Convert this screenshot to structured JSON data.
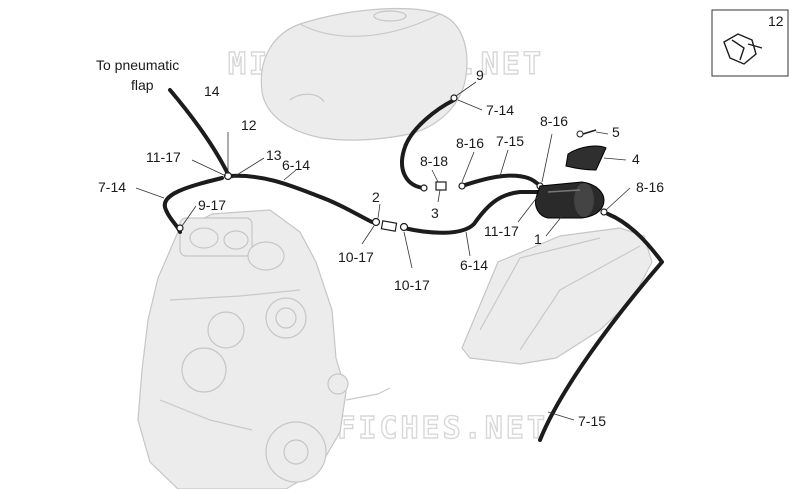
{
  "diagram": {
    "watermark": "MICROFICHES.NET",
    "note": [
      "To pneumatic",
      "flap"
    ],
    "inset_label": "12",
    "labels": {
      "l14": "14",
      "l12": "12",
      "l11_17a": "11-17",
      "l13": "13",
      "l7_14a": "7-14",
      "l9_17": "9-17",
      "l6_14a": "6-14",
      "l2": "2",
      "l10_17a": "10-17",
      "l10_17b": "10-17",
      "l9": "9",
      "l7_14b": "7-14",
      "l8_16a": "8-16",
      "l8_18": "8-18",
      "l3": "3",
      "l7_15a": "7-15",
      "l8_16b": "8-16",
      "l5": "5",
      "l4": "4",
      "l8_16c": "8-16",
      "l11_17b": "11-17",
      "l1": "1",
      "l6_14b": "6-14",
      "l7_15b": "7-15"
    }
  }
}
